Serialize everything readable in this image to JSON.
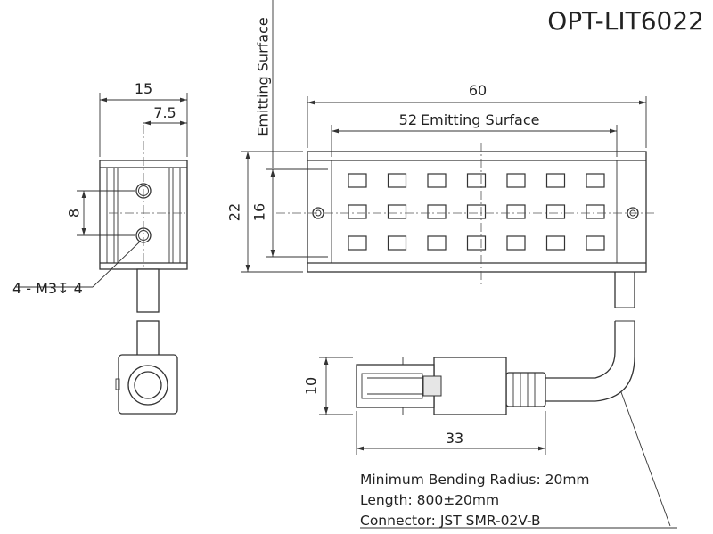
{
  "title": "OPT-LIT6022",
  "dimensions": {
    "total_length": "60",
    "emitting_length": "52",
    "emitting_length_label": "Emitting Surface",
    "height": "22",
    "emitting_height": "16",
    "vertical_emitting_label": "Emitting Surface",
    "side_width": "15",
    "side_half_width": "7.5",
    "hole_spacing": "8",
    "thread": "4 - M3↧ 4",
    "connector_height": "10",
    "connector_length": "33"
  },
  "notes": [
    "Minimum Bending Radius: 20mm",
    "Length: 800±20mm",
    "Connector: JST SMR-02V-B"
  ],
  "led_grid": {
    "rows": 3,
    "cols": 7
  }
}
